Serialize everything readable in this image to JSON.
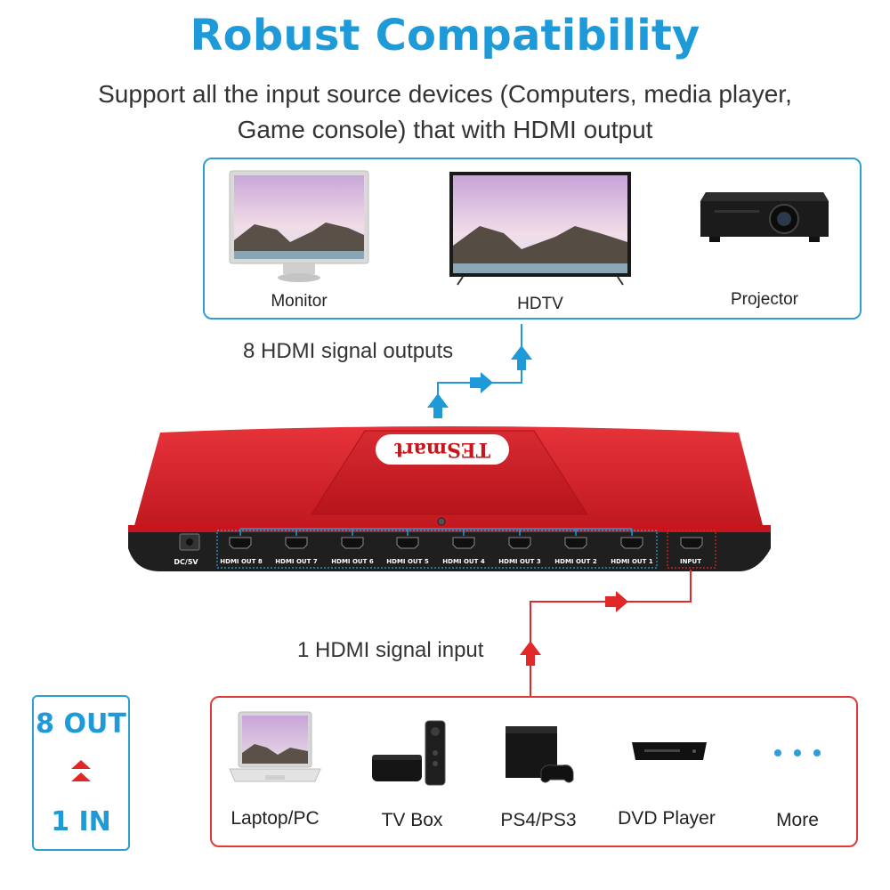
{
  "header": {
    "title": "Robust Compatibility",
    "subtitle_line1": "Support all the input source devices (Computers, media player,",
    "subtitle_line2": "Game console) that with HDMI output"
  },
  "outputs": {
    "caption": "8 HDMI signal outputs",
    "devices": [
      {
        "label": "Monitor",
        "icon": "monitor-icon"
      },
      {
        "label": "HDTV",
        "icon": "tv-icon"
      },
      {
        "label": "Projector",
        "icon": "projector-icon"
      }
    ]
  },
  "device": {
    "brand": "TESmart",
    "power_label": "DC/5V",
    "ports": [
      "HDMI OUT 8",
      "HDMI OUT 7",
      "HDMI OUT 6",
      "HDMI OUT 5",
      "HDMI OUT 4",
      "HDMI OUT 3",
      "HDMI OUT 2",
      "HDMI OUT 1"
    ],
    "input_label": "INPUT",
    "colors": {
      "body": "#d8232a",
      "accent_out": "#1e9ad8",
      "accent_in": "#e02828"
    }
  },
  "inputs": {
    "caption": "1 HDMI signal input",
    "devices": [
      {
        "label": "Laptop/PC",
        "icon": "laptop-icon"
      },
      {
        "label": "TV Box",
        "icon": "tv-box-icon"
      },
      {
        "label": "PS4/PS3",
        "icon": "console-icon"
      },
      {
        "label": "DVD Player",
        "icon": "dvd-player-icon"
      },
      {
        "label": "More",
        "icon": "more-dots-icon"
      }
    ]
  },
  "ratio": {
    "out": "8 OUT",
    "in": "1 IN"
  }
}
